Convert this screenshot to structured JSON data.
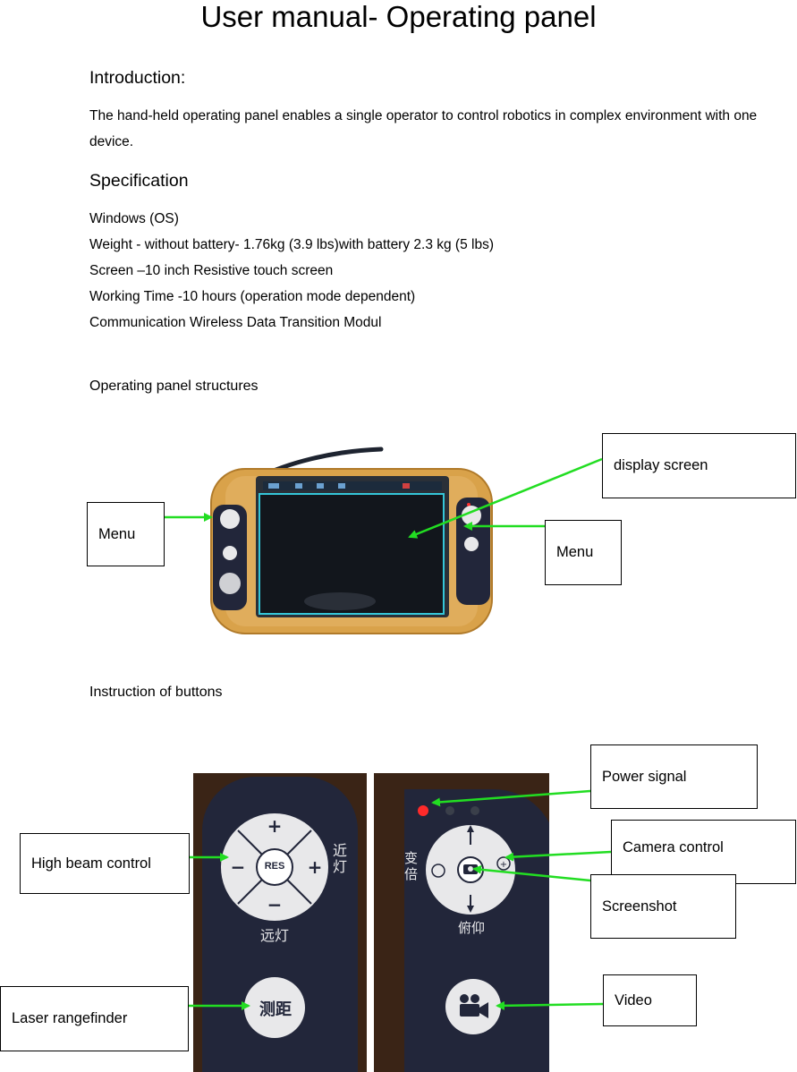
{
  "title": "User manual- Operating panel",
  "introduction": {
    "heading": "Introduction:",
    "text": "The hand-held operating panel enables a single operator to control robotics in complex environment with one device."
  },
  "specification": {
    "heading": "Specification",
    "lines": [
      "Windows (OS)",
      "Weight - without battery- 1.76kg (3.9 lbs)with battery 2.3 kg (5 lbs)",
      "Screen –10 inch Resistive touch screen",
      "Working Time -10 hours (operation mode dependent)",
      "Communication Wireless Data Transition Modul"
    ]
  },
  "structures": {
    "caption": "Operating panel structures",
    "labels": {
      "display_screen": "display screen",
      "menu_left": "Menu",
      "menu_right": "Menu"
    }
  },
  "buttons": {
    "caption": "Instruction of buttons",
    "labels": {
      "power_signal": "Power signal",
      "high_beam": "High beam control",
      "camera_control": "Camera control",
      "screenshot": "Screenshot",
      "laser": "Laser rangefinder",
      "video": "Video"
    },
    "panel_text": {
      "res": "RES",
      "near_light": "近灯",
      "far_light": "远灯",
      "ranging": "测距",
      "zoom": "变倍",
      "tilt": "俯仰"
    }
  },
  "colors": {
    "arrow": "#22dd22",
    "device_frame": "#d9a24a",
    "panel_dark": "#22263a",
    "screen_glow": "#35c6d8"
  }
}
